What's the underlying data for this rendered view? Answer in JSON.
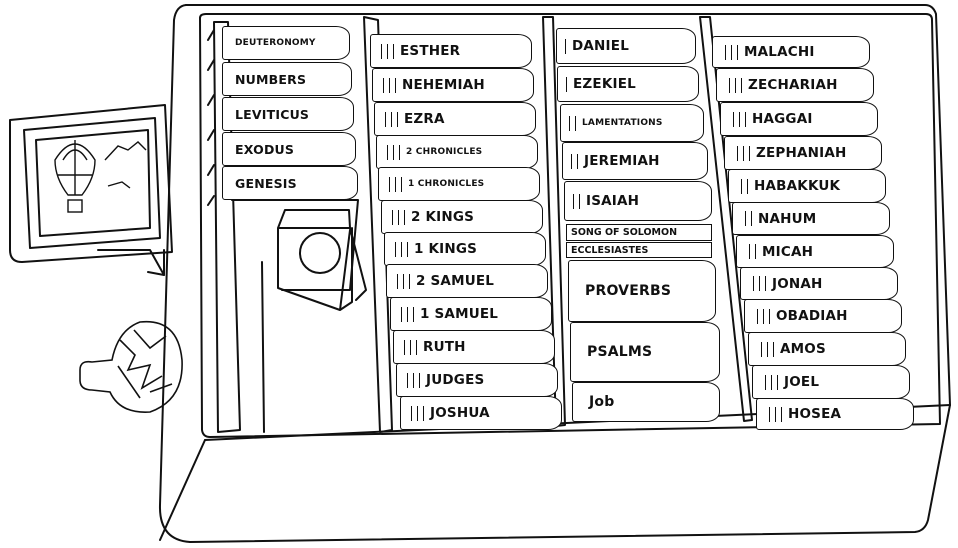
{
  "shelf_left": {
    "books": [
      "DEUTERONOMY",
      "NUMBERS",
      "LEVITICUS",
      "EXODUS",
      "GENESIS"
    ]
  },
  "shelf_history": {
    "books": [
      "ESTHER",
      "NEHEMIAH",
      "EZRA",
      "2 CHRONICLES",
      "1 CHRONICLES",
      "2 KINGS",
      "1 KINGS",
      "2 SAMUEL",
      "1 SAMUEL",
      "RUTH",
      "JUDGES",
      "JOSHUA"
    ]
  },
  "shelf_poetry_prophets": {
    "books": [
      "DANIEL",
      "EZEKIEL",
      "LAMENTATIONS",
      "JEREMIAH",
      "ISAIAH",
      "SONG OF SOLOMON",
      "ECCLESIASTES",
      "PROVERBS",
      "PSALMS",
      "Job"
    ]
  },
  "shelf_minor_prophets": {
    "books": [
      "MALACHI",
      "ZECHARIAH",
      "HAGGAI",
      "ZEPHANIAH",
      "HABAKKUK",
      "NAHUM",
      "MICAH",
      "JONAH",
      "OBADIAH",
      "AMOS",
      "JOEL",
      "HOSEA"
    ]
  },
  "decorations": {
    "picture_frame_icon": "balloon-picture-icon",
    "vase_icon": "vase-icon",
    "lamp_icon": "lamp-icon"
  },
  "colors": {
    "ink": "#111111",
    "paper": "#ffffff"
  }
}
